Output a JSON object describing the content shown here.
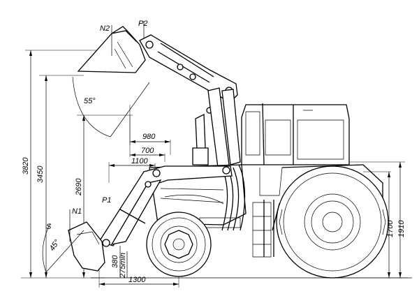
{
  "labels": {
    "n2": "N2",
    "p2": "P2",
    "p1": "P1",
    "n1": "N1",
    "angle_upper": "55°",
    "angle_lower": "45°"
  },
  "dimensions": {
    "h_3820": "3820",
    "h_3450": "3450",
    "h_2690": "2690",
    "h_1700": "1700",
    "h_1910": "1910",
    "w_980": "980",
    "w_700": "700",
    "w_1100": "1100",
    "w_1300": "1300",
    "d_380": "380",
    "d_275min": "275min"
  }
}
